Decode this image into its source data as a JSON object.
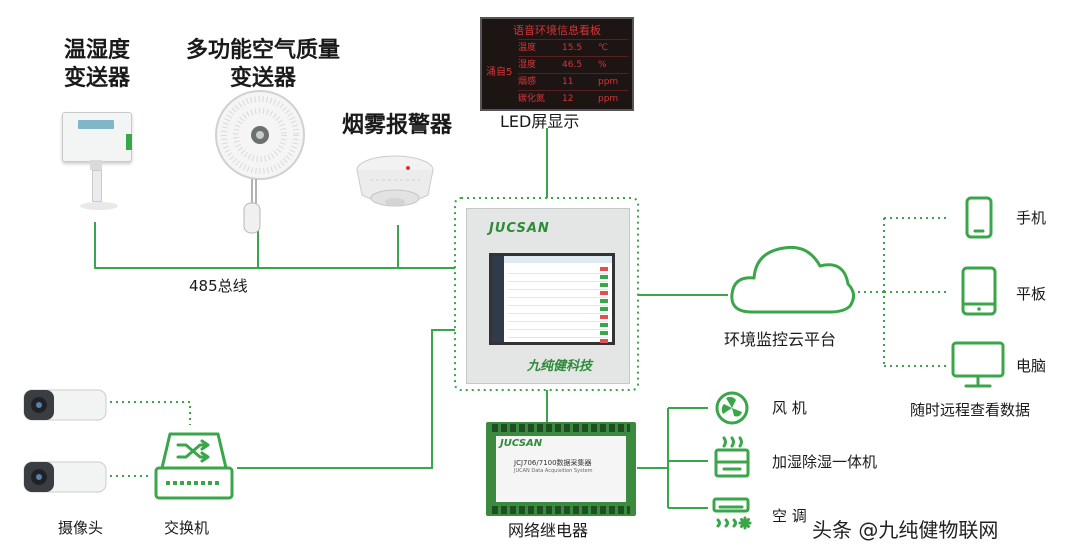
{
  "devices": {
    "temp_humidity_l1": "温湿度",
    "temp_humidity_l2": "变送器",
    "air_quality_l1": "多功能空气质量",
    "air_quality_l2": "变送器",
    "smoke_alarm": "烟雾报警器",
    "led_display": "LED屏显示",
    "bus_label": "485总线",
    "camera": "摄像头",
    "switch": "交换机",
    "relay": "网络继电器"
  },
  "led_board": {
    "title": "语音环境信息看板",
    "rows": [
      {
        "name": "温度",
        "value": "15.5",
        "unit": "℃"
      },
      {
        "name": "湿度",
        "value": "46.5",
        "unit": "%"
      },
      {
        "name": "烟感",
        "value": "11",
        "unit": "ppm"
      },
      {
        "name": "碳化氮",
        "value": "12",
        "unit": "ppm"
      }
    ],
    "room": "涌自5"
  },
  "controller": {
    "brand": "JUCSAN",
    "maker": "九纯健科技"
  },
  "relay_panel": {
    "brand": "JUCSAN",
    "model": "JCJ706/7100数据采集器",
    "subtitle": "JUCAN Data Acquisition System"
  },
  "cloud": {
    "label": "环境监控云平台"
  },
  "clients": {
    "phone": "手机",
    "tablet": "平板",
    "pc": "电脑",
    "remote": "随时远程查看数据"
  },
  "outputs": {
    "fan": "风 机",
    "humidifier": "加湿除湿一体机",
    "ac": "空 调"
  },
  "watermark": "头条 @九纯健物联网",
  "colors": {
    "accent": "#3aa64a",
    "panel": "#e4e6e6"
  }
}
